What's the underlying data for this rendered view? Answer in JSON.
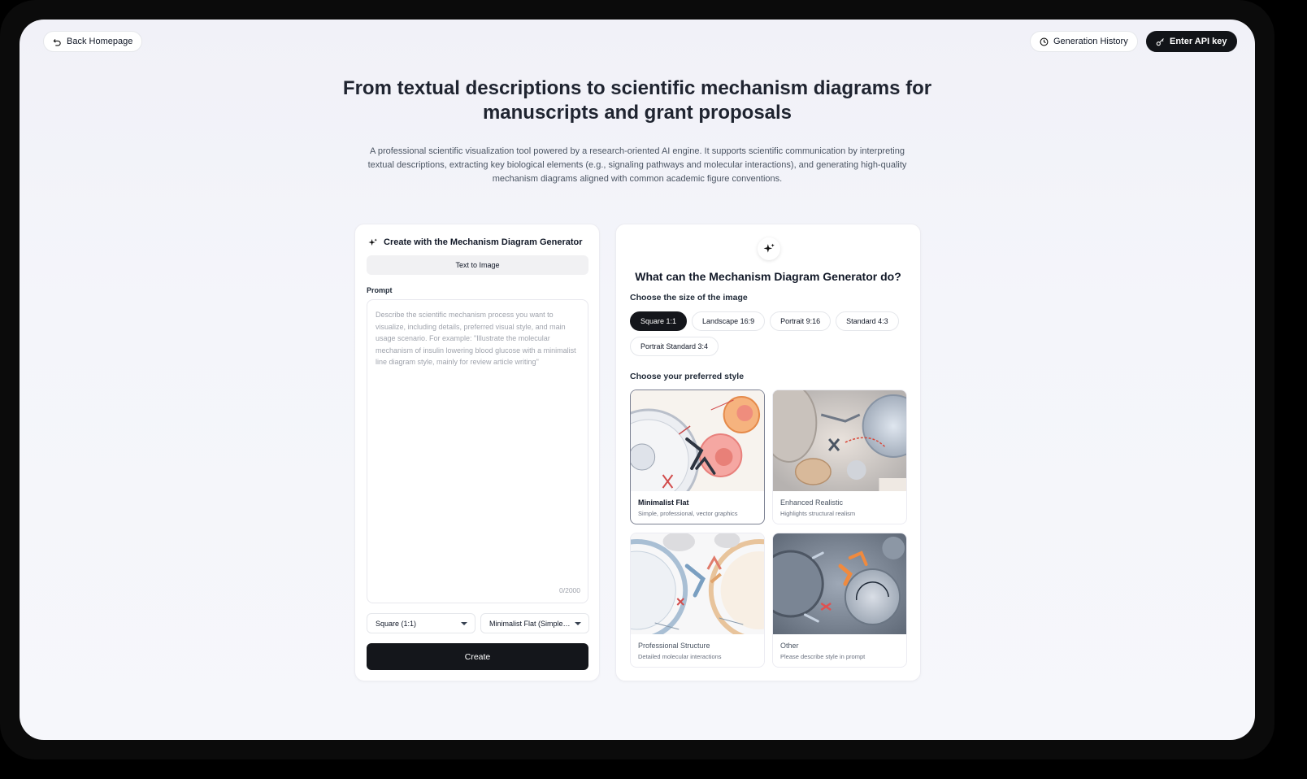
{
  "header": {
    "back_label": "Back Homepage",
    "history_label": "Generation History",
    "api_label": "Enter API key"
  },
  "hero": {
    "title_line1": "From textual descriptions to scientific mechanism diagrams for",
    "title_line2": "manuscripts and grant proposals",
    "description": "A professional scientific visualization tool powered by a research-oriented AI engine. It supports scientific communication by interpreting textual descriptions, extracting key biological elements (e.g., signaling pathways and molecular interactions), and generating high-quality mechanism diagrams aligned with common academic figure conventions."
  },
  "generator": {
    "title": "Create with the Mechanism Diagram Generator",
    "mode_tab": "Text to Image",
    "prompt_label": "Prompt",
    "prompt_placeholder": "Describe the scientific mechanism process you want to visualize, including details, preferred visual style, and main usage scenario. For example: \"Illustrate the molecular mechanism of insulin lowering blood glucose with a minimalist line diagram style, mainly for review article writing\"",
    "prompt_value": "",
    "char_counter": "0/2000",
    "size_select": "Square (1:1)",
    "style_select": "Minimalist Flat (Simple, professional, vector graphics)",
    "create_label": "Create"
  },
  "info": {
    "title": "What can the Mechanism Diagram Generator do?",
    "size_heading": "Choose the size of the image",
    "sizes": [
      {
        "label": "Square 1:1",
        "active": true
      },
      {
        "label": "Landscape 16:9",
        "active": false
      },
      {
        "label": "Portrait 9:16",
        "active": false
      },
      {
        "label": "Standard 4:3",
        "active": false
      },
      {
        "label": "Portrait Standard 3:4",
        "active": false
      }
    ],
    "style_heading": "Choose your preferred style",
    "styles": [
      {
        "name": "Minimalist Flat",
        "desc": "Simple, professional, vector graphics",
        "selected": true
      },
      {
        "name": "Enhanced Realistic",
        "desc": "Highlights structural realism",
        "selected": false
      },
      {
        "name": "Professional Structure",
        "desc": "Detailed molecular interactions",
        "selected": false
      },
      {
        "name": "Other",
        "desc": "Please describe style in prompt",
        "selected": false
      }
    ]
  },
  "colors": {
    "primary_dark": "#14161b",
    "background": "#f3f4f9"
  }
}
